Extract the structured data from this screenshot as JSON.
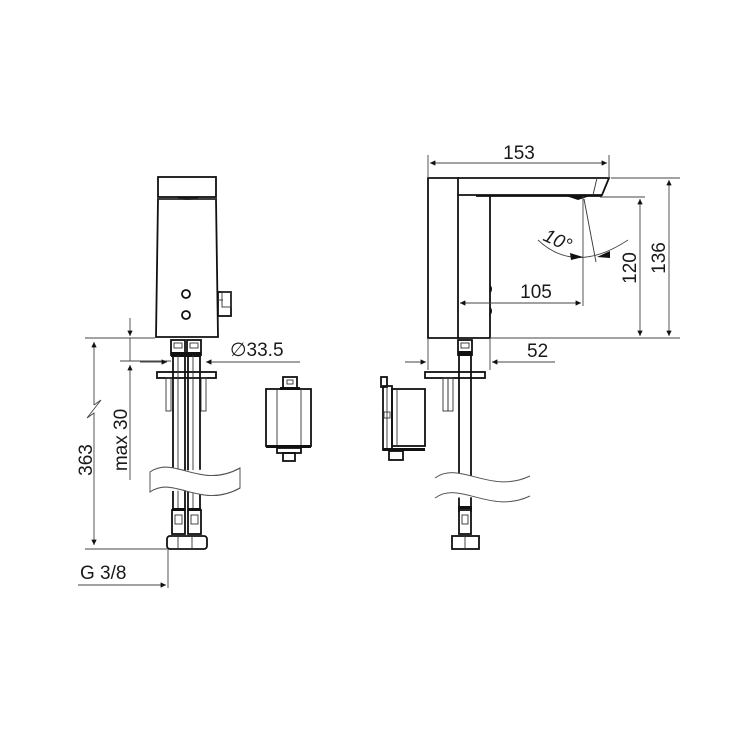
{
  "drawing": {
    "title": "Electronic basin mixer technical drawing",
    "views": [
      "front-view",
      "side-view",
      "control-box-front",
      "control-box-side"
    ],
    "dimensions": {
      "overall_depth": "153",
      "spout_reach": "105",
      "spout_height": "120",
      "overall_height": "136",
      "spout_angle": "10°",
      "body_diameter": "∅33.5",
      "base_depth": "52",
      "hose_length": "363",
      "max_deck_thickness": "max 30",
      "connection_thread": "G 3/8"
    },
    "colors": {
      "line": "#111111",
      "background": "#ffffff"
    }
  }
}
